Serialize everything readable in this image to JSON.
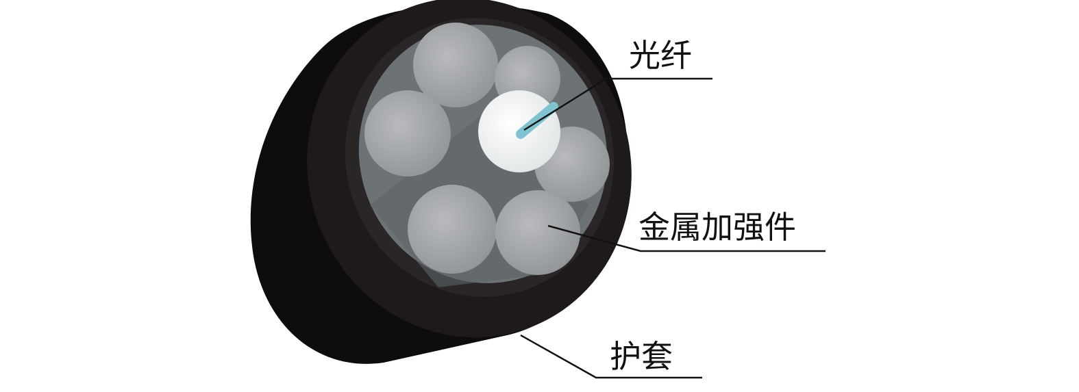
{
  "labels": {
    "fiber": "光纤",
    "strength_member": "金属加强件",
    "sheath": "护套"
  },
  "colors": {
    "sheath": "#141112",
    "strength_member": "#a9abad",
    "fiber_buffer": "#f2f4f4",
    "fiber": "#7fc3cf"
  }
}
